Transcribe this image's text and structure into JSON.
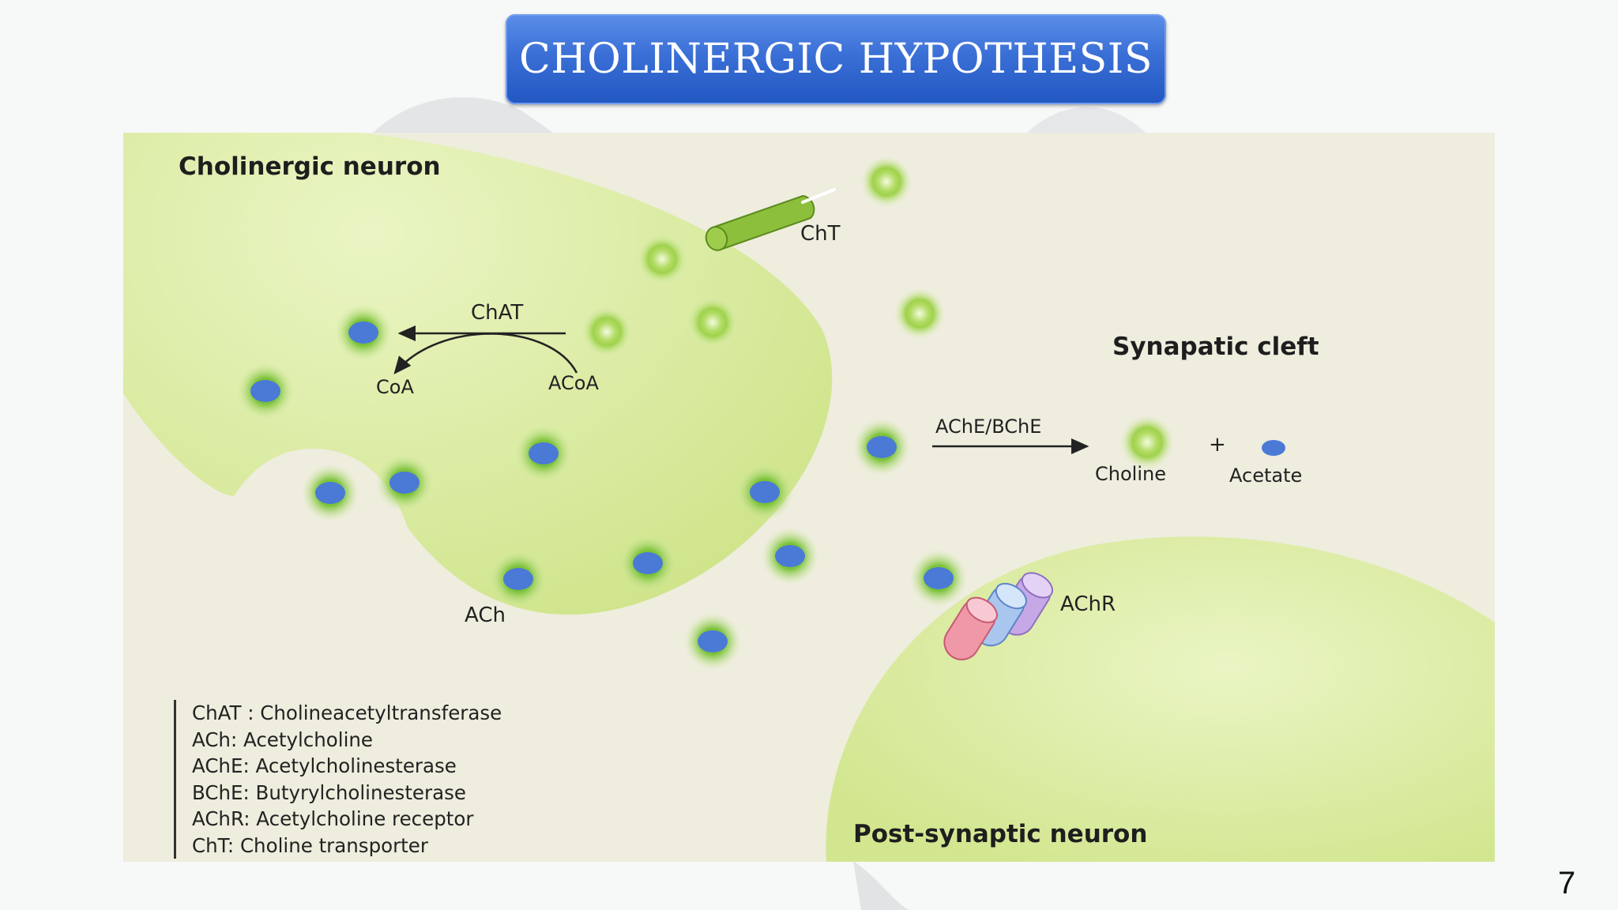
{
  "slide": {
    "title": "CHOLINERGIC HYPOTHESIS",
    "page_number": "7"
  },
  "diagram": {
    "labels": {
      "cholinergic_neuron": "Cholinergic neuron",
      "cht": "ChT",
      "chat": "ChAT",
      "coa": "CoA",
      "acoa": "ACoA",
      "synaptic_cleft": "Synapatic cleft",
      "ache_bche": "AChE/BChE",
      "plus": "+",
      "choline": "Choline",
      "acetate": "Acetate",
      "ach": "ACh",
      "achr": "AChR",
      "post_synaptic_neuron": "Post-synaptic neuron"
    },
    "legend": [
      "ChAT : Cholineacetyltransferase",
      "ACh: Acetylcholine",
      "AChE: Acetylcholinesterase",
      "BChE: Butyrylcholinesterase",
      "AChR: Acetylcholine receptor",
      "ChT: Choline transporter"
    ],
    "colors": {
      "neuron_fill": "#d9eb9c",
      "panel_bg": "#eeedde",
      "ach_blue": "#4a7ad6",
      "choline_green": "#a8d65a",
      "title_blue": "#2f66cc"
    }
  }
}
